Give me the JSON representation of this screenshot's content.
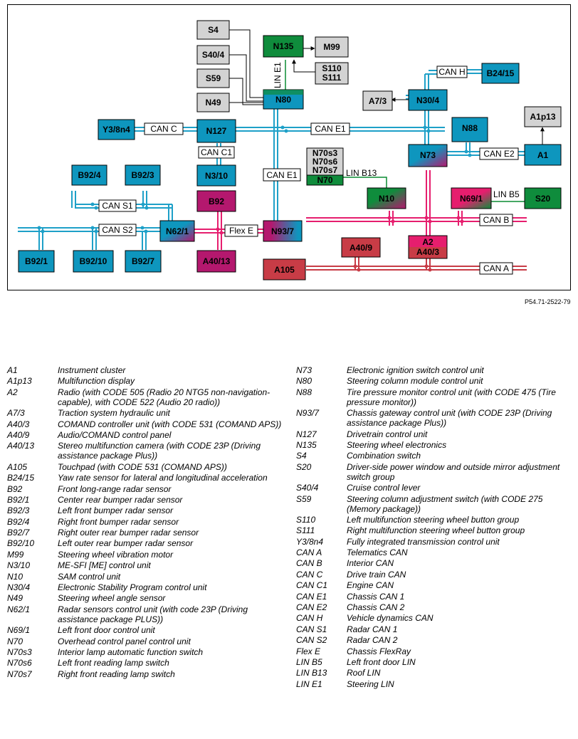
{
  "colors": {
    "blue": "#0E96BE",
    "green": "#0F8C3C",
    "magenta": "#B4186E",
    "gray": "#D3D3D3",
    "red": "#C83C46",
    "bus_blue": "#1EA0C8",
    "bus_pink": "#E61E6E",
    "bus_red": "#C83C46",
    "bus_green": "#0A8C32"
  },
  "diagram": {
    "reference": "P54.71-2522-79",
    "nodes": {
      "S4": "S4",
      "S40_4": "S40/4",
      "S59": "S59",
      "N49": "N49",
      "N135": "N135",
      "M99": "M99",
      "S110": "S110",
      "S111": "S111",
      "N80": "N80",
      "CAN_H": "CAN H",
      "B24_15": "B24/15",
      "A7_3": "A7/3",
      "N30_4": "N30/4",
      "A1p13": "A1p13",
      "Y3_8n4": "Y3/8n4",
      "N127": "N127",
      "N88": "N88",
      "N73": "N73",
      "A1": "A1",
      "N3_10": "N3/10",
      "N70s3": "N70s3",
      "N70s6": "N70s6",
      "N70s7": "N70s7",
      "N70": "N70",
      "B92_4": "B92/4",
      "B92_3": "B92/3",
      "B92": "B92",
      "N10": "N10",
      "N69_1": "N69/1",
      "S20": "S20",
      "N62_1": "N62/1",
      "N93_7": "N93/7",
      "B92_1": "B92/1",
      "B92_10": "B92/10",
      "B92_7": "B92/7",
      "A40_13": "A40/13",
      "A40_9": "A40/9",
      "A2": "A2",
      "A40_3": "A40/3",
      "A105": "A105"
    },
    "bus_labels": {
      "lin_e1": "LIN E1",
      "can_c": "CAN C",
      "can_e1_top": "CAN E1",
      "can_c1": "CAN C1",
      "can_e2": "CAN E2",
      "can_e1_vert": "CAN E1",
      "lin_b13": "LIN B13",
      "lin_b5": "LIN B5",
      "can_s1": "CAN S1",
      "can_s2": "CAN S2",
      "flex_e": "Flex E",
      "can_b": "CAN B",
      "can_a": "CAN A"
    }
  },
  "legend": {
    "left": [
      {
        "code": "A1",
        "desc": "Instrument cluster"
      },
      {
        "code": "A1p13",
        "desc": "Multifunction display"
      },
      {
        "code": "A2",
        "desc": "Radio (with CODE 505 (Radio 20 NTG5 non-navigation-capable), with CODE 522 (Audio 20 radio))"
      },
      {
        "code": "A7/3",
        "desc": "Traction system hydraulic unit"
      },
      {
        "code": "A40/3",
        "desc": "COMAND controller unit (with CODE 531 (COMAND APS))"
      },
      {
        "code": "A40/9",
        "desc": "Audio/COMAND control panel"
      },
      {
        "code": "A40/13",
        "desc": "Stereo multifunction camera (with CODE 23P (Driving assistance package Plus))"
      },
      {
        "code": "A105",
        "desc": "Touchpad (with CODE 531 (COMAND APS))"
      },
      {
        "code": "B24/15",
        "desc": "Yaw rate sensor for lateral and longitudinal acceleration"
      },
      {
        "code": "B92",
        "desc": "Front long-range radar sensor"
      },
      {
        "code": "B92/1",
        "desc": "Center rear bumper radar sensor"
      },
      {
        "code": "B92/3",
        "desc": "Left front bumper radar sensor"
      },
      {
        "code": "B92/4",
        "desc": "Right front bumper radar sensor"
      },
      {
        "code": "B92/7",
        "desc": "Right outer rear bumper radar sensor"
      },
      {
        "code": "B92/10",
        "desc": "Left outer rear bumper radar sensor"
      },
      {
        "code": "M99",
        "desc": "Steering wheel vibration motor"
      },
      {
        "code": "N3/10",
        "desc": "ME-SFI [ME] control unit"
      },
      {
        "code": "N10",
        "desc": "SAM control unit"
      },
      {
        "code": "N30/4",
        "desc": "Electronic Stability Program control unit"
      },
      {
        "code": "N49",
        "desc": "Steering wheel angle sensor"
      },
      {
        "code": "N62/1",
        "desc": "Radar sensors control unit (with code 23P (Driving assistance package PLUS))"
      },
      {
        "code": "N69/1",
        "desc": "Left front door control unit"
      },
      {
        "code": "N70",
        "desc": "Overhead control panel control unit"
      },
      {
        "code": "N70s3",
        "desc": "Interior lamp automatic function switch"
      },
      {
        "code": "N70s6",
        "desc": "Left front reading lamp switch"
      },
      {
        "code": "N70s7",
        "desc": "Right front reading lamp switch"
      }
    ],
    "right": [
      {
        "code": "N73",
        "desc": "Electronic ignition switch control unit"
      },
      {
        "code": "N80",
        "desc": "Steering column module control unit"
      },
      {
        "code": "N88",
        "desc": "Tire pressure monitor control unit (with CODE 475 (Tire pressure monitor))"
      },
      {
        "code": "N93/7",
        "desc": "Chassis gateway control unit (with CODE 23P (Driving assistance package Plus))"
      },
      {
        "code": "N127",
        "desc": "Drivetrain control unit"
      },
      {
        "code": "N135",
        "desc": "Steering wheel electronics"
      },
      {
        "code": "S4",
        "desc": "Combination switch"
      },
      {
        "code": "S20",
        "desc": "Driver-side power window and outside mirror adjustment switch group"
      },
      {
        "code": "S40/4",
        "desc": "Cruise control lever"
      },
      {
        "code": "S59",
        "desc": "Steering column adjustment switch (with CODE 275 (Memory package))"
      },
      {
        "code": "S110",
        "desc": "Left multifunction steering wheel button group"
      },
      {
        "code": "S111",
        "desc": "Right multifunction steering wheel button group"
      },
      {
        "code": "Y3/8n4",
        "desc": "Fully integrated transmission control unit"
      },
      {
        "code": "CAN A",
        "desc": "Telematics CAN"
      },
      {
        "code": "CAN B",
        "desc": "Interior CAN"
      },
      {
        "code": "CAN C",
        "desc": "Drive train CAN"
      },
      {
        "code": "CAN C1",
        "desc": "Engine CAN"
      },
      {
        "code": "CAN E1",
        "desc": "Chassis CAN 1"
      },
      {
        "code": "CAN E2",
        "desc": "Chassis CAN 2"
      },
      {
        "code": "CAN H",
        "desc": "Vehicle dynamics CAN"
      },
      {
        "code": "CAN S1",
        "desc": "Radar CAN 1"
      },
      {
        "code": "CAN S2",
        "desc": "Radar CAN 2"
      },
      {
        "code": "Flex E",
        "desc": "Chassis FlexRay"
      },
      {
        "code": "LIN B5",
        "desc": "Left front door LIN"
      },
      {
        "code": "LIN B13",
        "desc": "Roof LIN"
      },
      {
        "code": "LIN E1",
        "desc": "Steering LIN"
      }
    ]
  }
}
